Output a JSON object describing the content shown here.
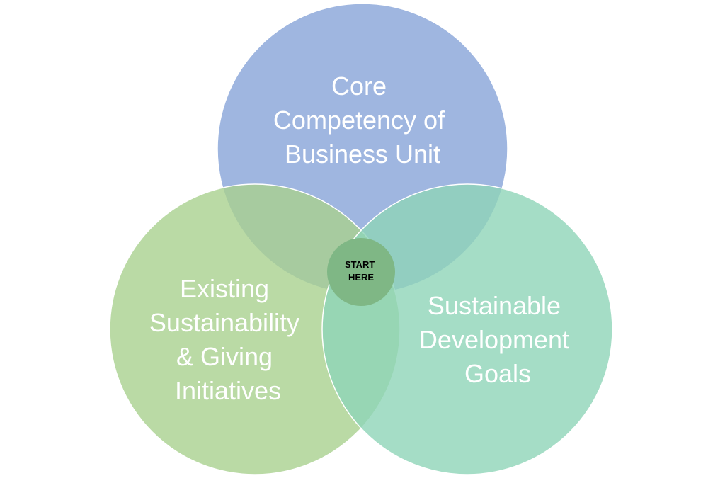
{
  "diagram": {
    "type": "venn",
    "circles": [
      {
        "id": "core",
        "lines": [
          "Core",
          "Competency of",
          "Business Unit"
        ],
        "color": "#8EA9DB"
      },
      {
        "id": "existing",
        "lines": [
          "Existing",
          "Sustainability",
          "& Giving",
          "Initiatives"
        ],
        "color": "#A9D18E"
      },
      {
        "id": "sdg",
        "lines": [
          "Sustainable",
          "Development",
          "Goals"
        ],
        "color": "#8FD5B8"
      }
    ],
    "center": {
      "lines": [
        "START",
        "HERE"
      ],
      "color": "#7FB785"
    },
    "label_color": "#FFFFFF",
    "center_label_color": "#000000"
  }
}
